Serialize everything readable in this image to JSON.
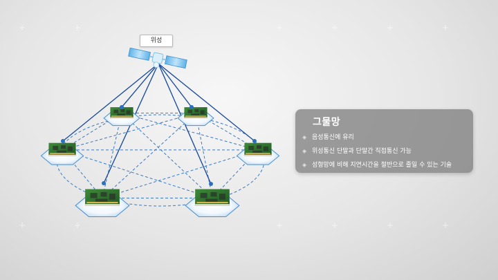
{
  "satellite": {
    "label": "위성",
    "icon": "satellite-icon"
  },
  "panel": {
    "title": "그물망",
    "bullet_icon": "diamond-bullet-icon",
    "items": [
      {
        "text": "음성통신에 유리"
      },
      {
        "text": "위성통신 단말과 단말간 직접통신 가능"
      },
      {
        "text": "성형망에 비해 지연시간을 절반으로 줄일 수 있는 기술"
      }
    ]
  },
  "network": {
    "node_count": 6,
    "node_icon": "circuit-board-icon",
    "link_colors": {
      "satellite_link": "#1f4f9e",
      "mesh_link": "#3a78c2"
    }
  }
}
